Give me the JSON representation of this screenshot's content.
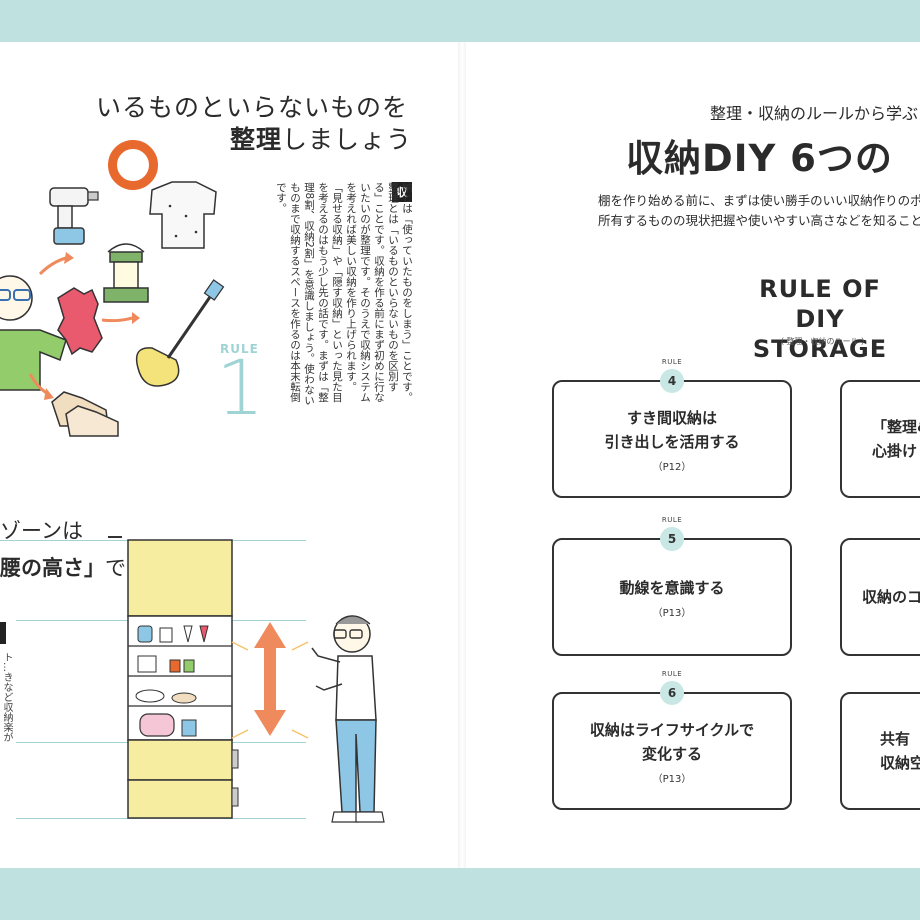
{
  "left": {
    "title_line1": "いるものといらないものを",
    "title_line2_bold": "整理",
    "title_line2_rest": "しましょう",
    "rule_label": "RULE",
    "rule_number": "1",
    "body_badge": "収",
    "body_text": "納とは「使っていたものをしまう」ことです。整理とは「いるものといらないものを区別する」ことです。収納を作る前にまず初めに行ないたいのが整理です。そのうえで収納システムを考えれば美しい収納を作り上げられます。「見せる収納」や「隠す収納」といった見た目を考えるのはもう少し先の話です。まずは「整理8割、収納2割」を意識しましょう。使わないものまで収納するスペースを作るのは本末転倒です。",
    "zone_line1": "ゾーンは",
    "zone_line2_bold": "腰の高さ」",
    "zone_line2_rest": "です",
    "edge_text": "ト…きなど収納楽が"
  },
  "right": {
    "subtitle": "整理・収納のルールから学ぶ",
    "title": "収納DIY 6つの",
    "body_line1": "棚を作り始める前に、まずは使い勝手のいい収納作りのポイン",
    "body_line2": "所有するものの現状把握や使いやすい高さなどを知ることが収",
    "heading_line1": "RULE OF",
    "heading_line2": "DIY STORAGE",
    "heading_sub": "（ 整理・収納のルール ）",
    "rules": [
      {
        "tag": "RULE",
        "num": "4",
        "line1": "すき間収納は",
        "line2": "引き出しを活用する",
        "page": "（P12）"
      },
      {
        "tag": "RULE",
        "num": "5",
        "line1": "動線を意識する",
        "line2": "",
        "page": "（P13）"
      },
      {
        "tag": "RULE",
        "num": "6",
        "line1": "収納はライフサイクルで",
        "line2": "変化する",
        "page": "（P13）"
      }
    ],
    "cut_cards": [
      {
        "line1": "「整理&",
        "line2": "心掛け"
      },
      {
        "line1": "収納のコ",
        "line2": ""
      },
      {
        "line1": "共有",
        "line2": "収納空"
      }
    ]
  },
  "colors": {
    "band": "#bfe2e0",
    "accent_orange": "#e8692d",
    "accent_teal": "#9fd3d4",
    "arrow_orange": "#ee8a5c",
    "fridge_yellow": "#f6eda0"
  }
}
